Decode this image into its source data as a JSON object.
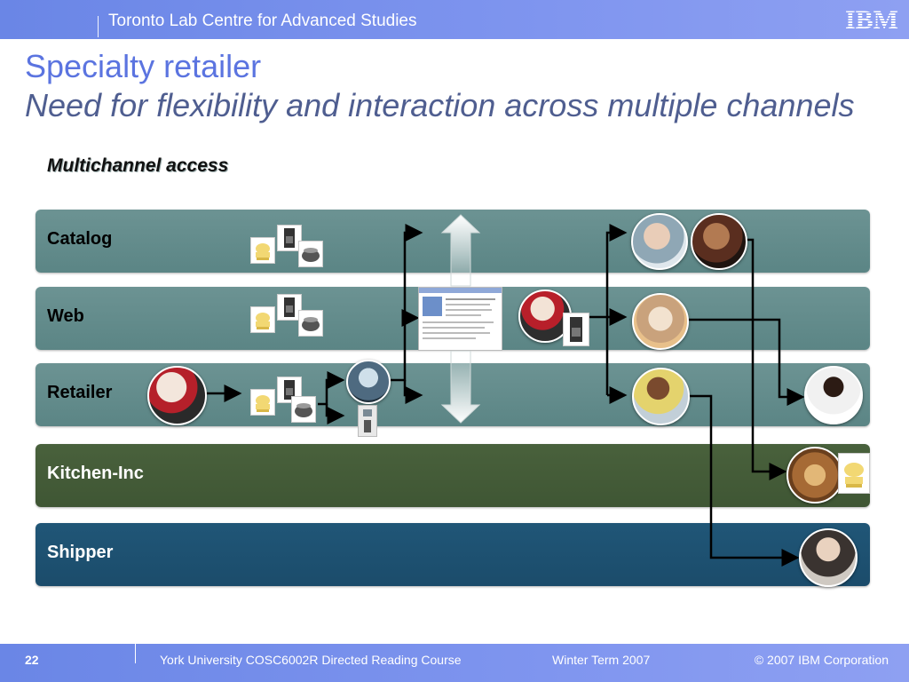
{
  "header": {
    "lab_title": "Toronto Lab Centre for Advanced Studies",
    "logo_text": "IBM"
  },
  "slide": {
    "title": "Specialty retailer",
    "subtitle": "Need for flexibility and interaction across multiple channels",
    "section_label": "Multichannel access"
  },
  "lanes": [
    {
      "label": "Catalog"
    },
    {
      "label": "Web"
    },
    {
      "label": "Retailer"
    },
    {
      "label": "Kitchen-Inc"
    },
    {
      "label": "Shipper"
    }
  ],
  "colors": {
    "header_bar": "#7f95ef",
    "title": "#5b74e0",
    "subtitle": "#4f5e90",
    "lane_teal": "#5b8585",
    "lane_green": "#3f5634",
    "lane_blue": "#1b4c6b"
  },
  "footer": {
    "page_number": "22",
    "course": "York University COSC6002R Directed Reading Course",
    "term": "Winter Term 2007",
    "copyright": "© 2007 IBM Corporation"
  }
}
